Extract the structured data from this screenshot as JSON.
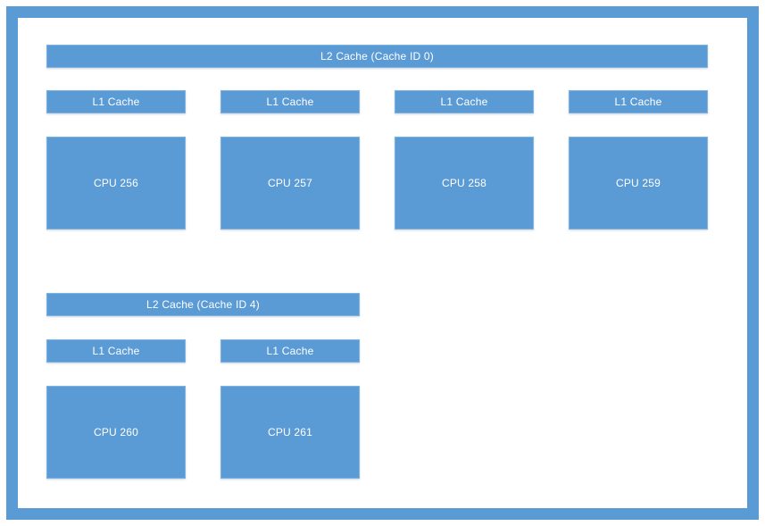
{
  "diagram": {
    "groups": [
      {
        "l2_label": "L2 Cache (Cache ID 0)",
        "cores": [
          {
            "l1_label": "L1 Cache",
            "cpu_label": "CPU 256"
          },
          {
            "l1_label": "L1 Cache",
            "cpu_label": "CPU 257"
          },
          {
            "l1_label": "L1 Cache",
            "cpu_label": "CPU 258"
          },
          {
            "l1_label": "L1 Cache",
            "cpu_label": "CPU 259"
          }
        ]
      },
      {
        "l2_label": "L2 Cache (Cache ID 4)",
        "cores": [
          {
            "l1_label": "L1 Cache",
            "cpu_label": "CPU 260"
          },
          {
            "l1_label": "L1 Cache",
            "cpu_label": "CPU 261"
          }
        ]
      }
    ],
    "colors": {
      "box_fill": "#5b9bd5",
      "frame_border": "#5b9bd5",
      "text": "#ffffff",
      "background": "#ffffff"
    }
  }
}
